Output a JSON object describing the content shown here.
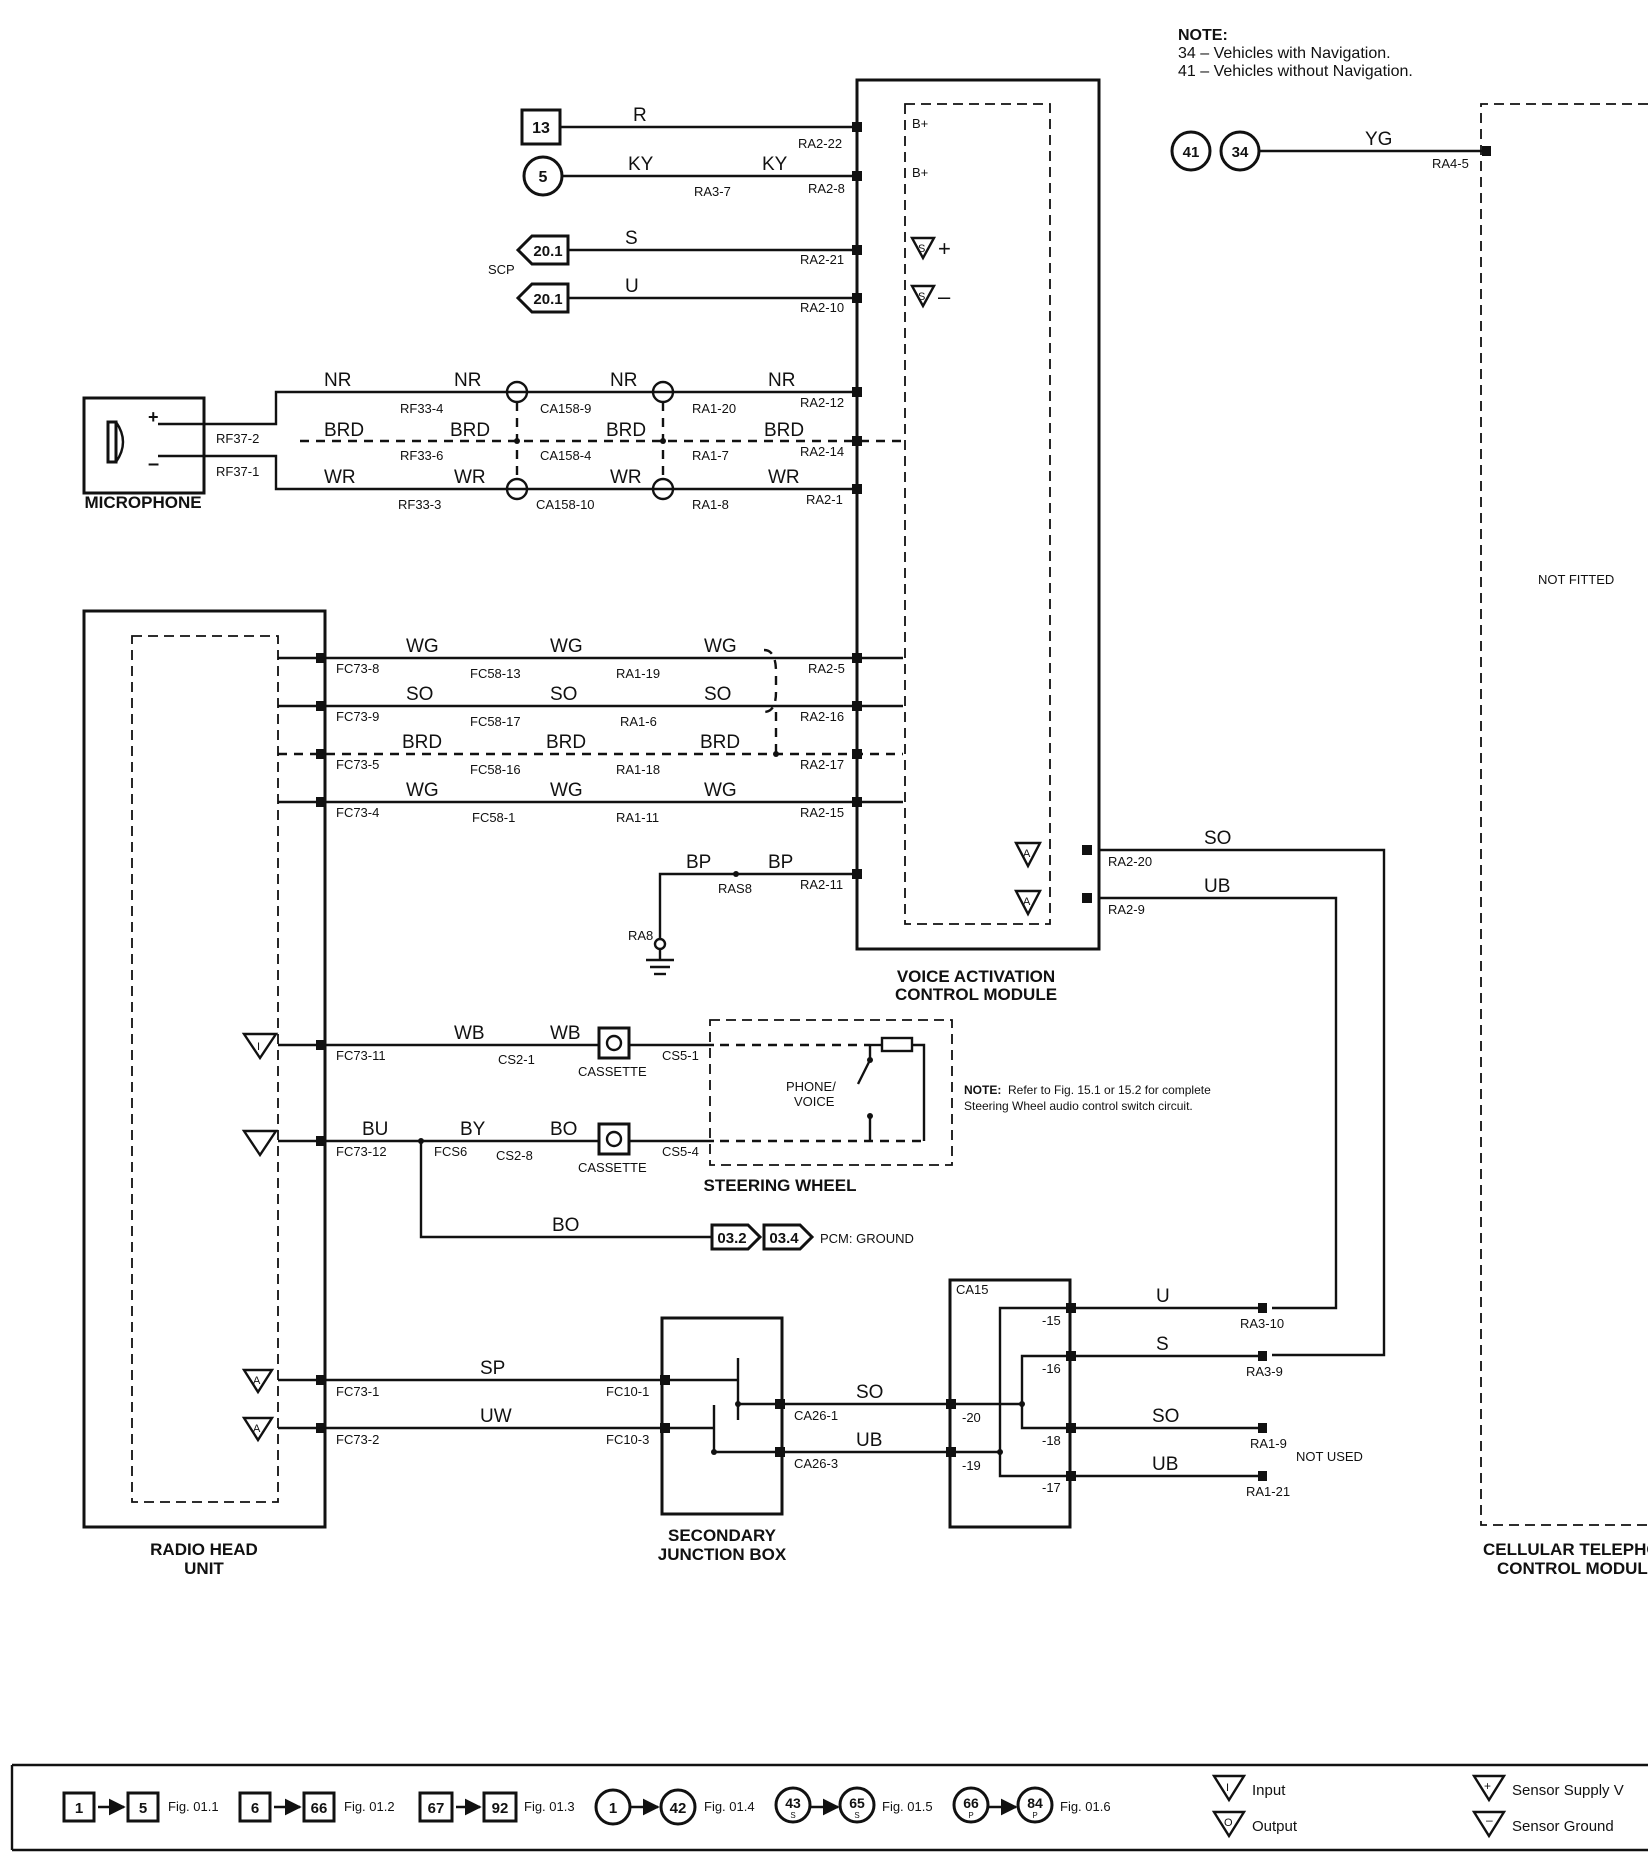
{
  "note": {
    "heading": "NOTE:",
    "line1": "34 – Vehicles with Navigation.",
    "line2": "41 – Vehicles without Navigation."
  },
  "sources": {
    "s13": "13",
    "s5": "5",
    "s20a": "20.1",
    "s20b": "20.1",
    "scp": "SCP",
    "c41": "41",
    "c34": "34"
  },
  "wires": {
    "r": "R",
    "ky1": "KY",
    "ky2": "KY",
    "s": "S",
    "u": "U",
    "nr": [
      "NR",
      "NR",
      "NR",
      "NR"
    ],
    "brd_mic": [
      "BRD",
      "BRD",
      "BRD",
      "BRD"
    ],
    "wr": [
      "WR",
      "WR",
      "WR",
      "WR"
    ],
    "wg1": [
      "WG",
      "WG",
      "WG"
    ],
    "so1": [
      "SO",
      "SO",
      "SO"
    ],
    "brd1": [
      "BRD",
      "BRD",
      "BRD"
    ],
    "wg2": [
      "WG",
      "WG",
      "WG"
    ],
    "bp": [
      "BP",
      "BP"
    ],
    "so_out": "SO",
    "ub_out": "UB",
    "yg": "YG",
    "wb": [
      "WB",
      "WB"
    ],
    "bu": "BU",
    "by": "BY",
    "bo1": "BO",
    "bo2": "BO",
    "sp": "SP",
    "uw": "UW",
    "so_jb": "SO",
    "ub_jb": "UB",
    "u_ca": "U",
    "s_ca": "S",
    "so_ca": "SO",
    "ub_ca": "UB"
  },
  "pins": {
    "ra2_22": "RA2-22",
    "ra2_8": "RA2-8",
    "ra3_7": "RA3-7",
    "ra2_21": "RA2-21",
    "ra2_10": "RA2-10",
    "rf37_2": "RF37-2",
    "rf37_1": "RF37-1",
    "rf33_4": "RF33-4",
    "rf33_6": "RF33-6",
    "rf33_3": "RF33-3",
    "ca158_9": "CA158-9",
    "ca158_4": "CA158-4",
    "ca158_10": "CA158-10",
    "ra1_20": "RA1-20",
    "ra1_7": "RA1-7",
    "ra1_8": "RA1-8",
    "ra2_12": "RA2-12",
    "ra2_14": "RA2-14",
    "ra2_1": "RA2-1",
    "fc73_8": "FC73-8",
    "fc73_9": "FC73-9",
    "fc73_5": "FC73-5",
    "fc73_4": "FC73-4",
    "fc58_13": "FC58-13",
    "fc58_17": "FC58-17",
    "fc58_16": "FC58-16",
    "fc58_1": "FC58-1",
    "ra1_19": "RA1-19",
    "ra1_6": "RA1-6",
    "ra1_18": "RA1-18",
    "ra1_11": "RA1-11",
    "ra2_5": "RA2-5",
    "ra2_16": "RA2-16",
    "ra2_17": "RA2-17",
    "ra2_15": "RA2-15",
    "ras8": "RAS8",
    "ra2_11": "RA2-11",
    "ra8": "RA8",
    "ra2_20": "RA2-20",
    "ra2_9": "RA2-9",
    "ra4_5": "RA4-5",
    "fc73_11": "FC73-11",
    "cs2_1": "CS2-1",
    "cs5_1": "CS5-1",
    "fc73_12": "FC73-12",
    "fcs6": "FCS6",
    "cs2_8": "CS2-8",
    "cs5_4": "CS5-4",
    "fc73_1": "FC73-1",
    "fc73_2": "FC73-2",
    "fc10_1": "FC10-1",
    "fc10_3": "FC10-3",
    "ca26_1": "CA26-1",
    "ca26_3": "CA26-3",
    "ca15": "CA15",
    "p15": "-15",
    "p16": "-16",
    "p20": "-20",
    "p18": "-18",
    "p19": "-19",
    "p17": "-17",
    "ra3_10": "RA3-10",
    "ra3_9": "RA3-9",
    "ra1_9": "RA1-9",
    "ra1_21": "RA1-21"
  },
  "vacm_pins": {
    "bplus1": "B+",
    "bplus2": "B+",
    "plus": "+",
    "minus": "–"
  },
  "components": {
    "microphone": "MICROPHONE",
    "vacm1": "VOICE ACTIVATION",
    "vacm2": "CONTROL MODULE",
    "radio1": "RADIO HEAD",
    "radio2": "UNIT",
    "steering": "STEERING WHEEL",
    "sjb1": "SECONDARY",
    "sjb2": "JUNCTION BOX",
    "cell1": "CELLULAR TELEPHONE",
    "cell2": "CONTROL MODULE",
    "not_fitted": "NOT FITTED",
    "cassette1": "CASSETTE",
    "cassette2": "CASSETTE",
    "phone1": "PHONE/",
    "phone2": "VOICE",
    "not_used": "NOT USED"
  },
  "steering_note": {
    "heading": "NOTE:",
    "line1": "Refer to Fig. 15.1 or 15.2 for complete",
    "line2": "Steering Wheel audio control switch circuit."
  },
  "pcm": {
    "b1": "03.2",
    "b2": "03.4",
    "label": "PCM: GROUND"
  },
  "legend": {
    "g1": {
      "a": "1",
      "b": "5",
      "fig": "Fig. 01.1"
    },
    "g2": {
      "a": "6",
      "b": "66",
      "fig": "Fig. 01.2"
    },
    "g3": {
      "a": "67",
      "b": "92",
      "fig": "Fig. 01.3"
    },
    "g4": {
      "a": "1",
      "b": "42",
      "fig": "Fig. 01.4"
    },
    "g5": {
      "a": "43",
      "b": "65",
      "sub": "S",
      "fig": "Fig. 01.5"
    },
    "g6": {
      "a": "66",
      "b": "84",
      "sub": "P",
      "fig": "Fig. 01.6"
    },
    "input": "Input",
    "output": "Output",
    "sensor_supply": "Sensor Supply V",
    "sensor_ground": "Sensor Ground"
  }
}
